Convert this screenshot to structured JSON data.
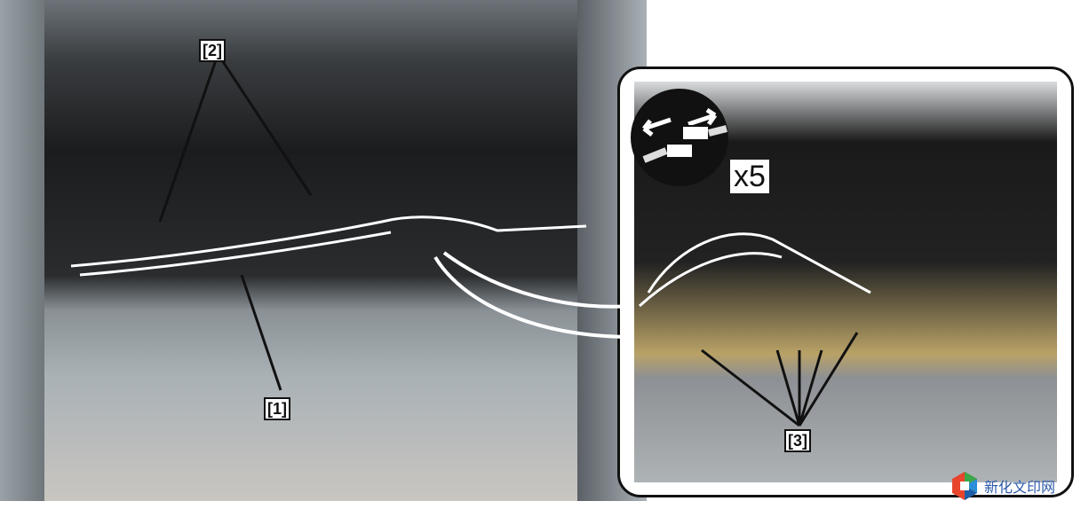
{
  "labels": {
    "harness": "[1]",
    "clamps": "[2]",
    "connectors": "[3]"
  },
  "multiplier": "x5",
  "watermark": "新化文印网"
}
